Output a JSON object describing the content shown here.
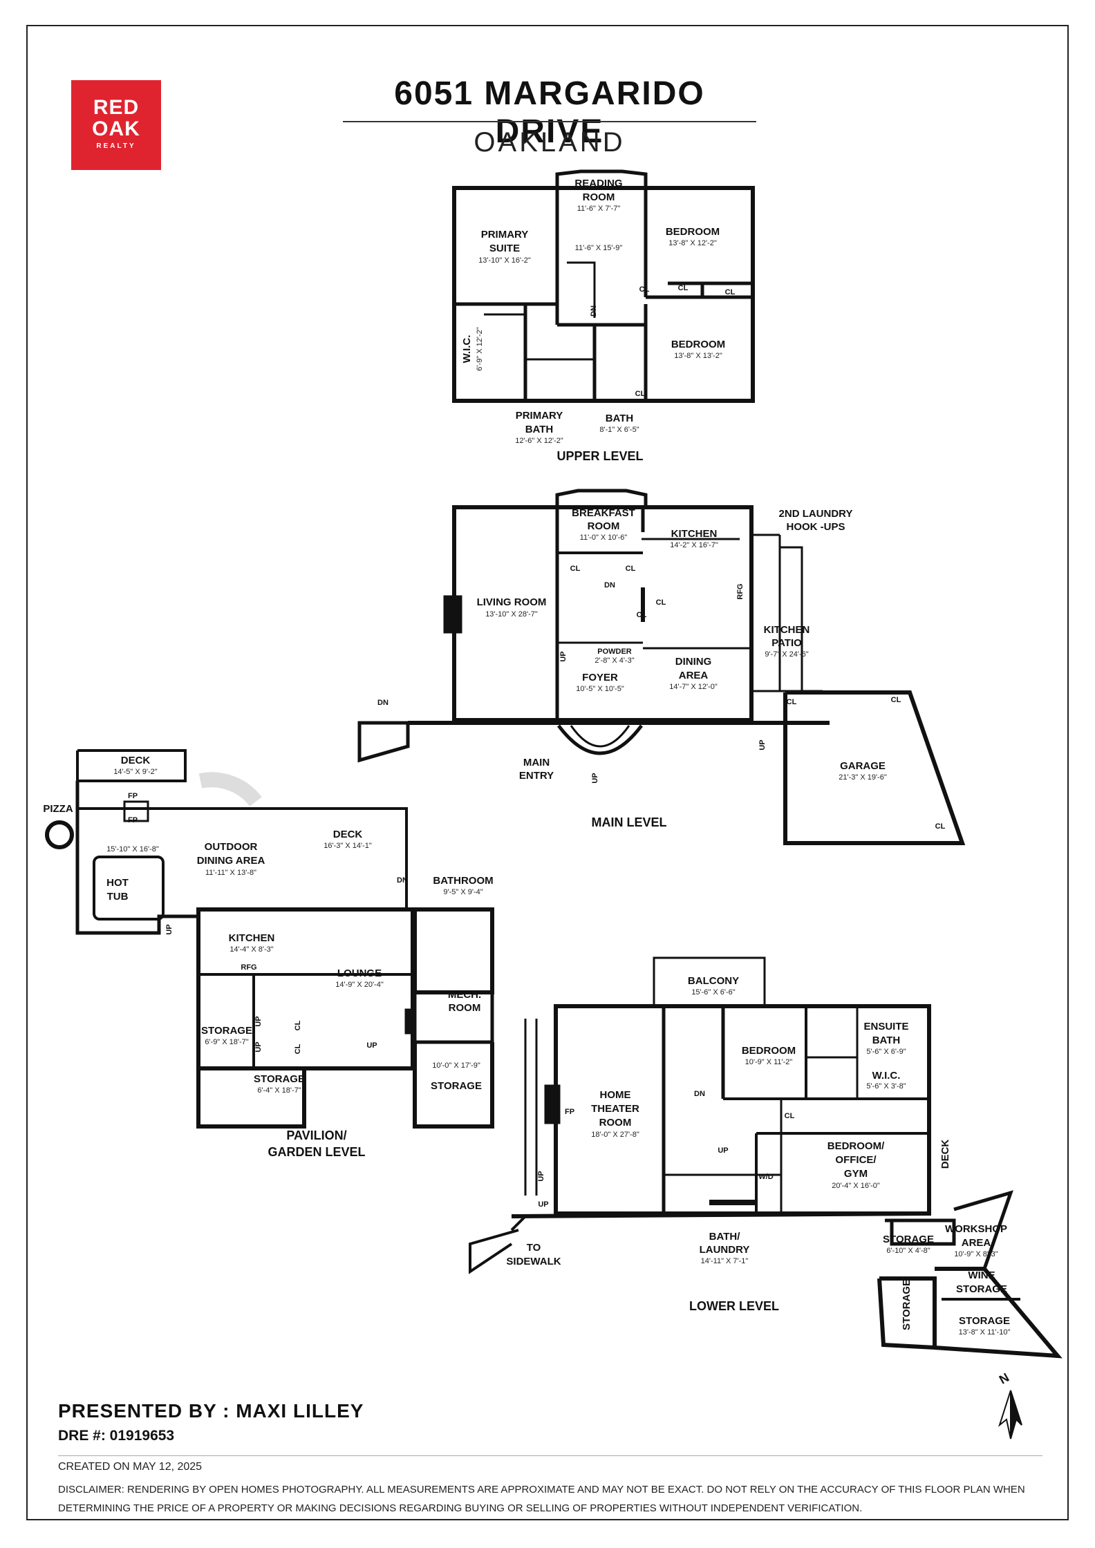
{
  "logo": {
    "line1": "RED",
    "line2": "OAK",
    "line3": "REALTY",
    "color": "#e0242f"
  },
  "header": {
    "address": "6051 MARGARIDO DRIVE",
    "city": "OAKLAND"
  },
  "upper": {
    "level": "UPPER LEVEL",
    "reading": {
      "name1": "READING",
      "name2": "ROOM",
      "dim": "11'-6\" X 7'-7\""
    },
    "hall_dim": "11'-6\" X 15'-9\"",
    "primary_suite": {
      "name1": "PRIMARY",
      "name2": "SUITE",
      "dim": "13'-10\" X 16'-2\""
    },
    "bedroom1": {
      "name": "BEDROOM",
      "dim": "13'-8\" X 12'-2\""
    },
    "bedroom2": {
      "name": "BEDROOM",
      "dim": "13'-8\" X 13'-2\""
    },
    "wic": {
      "name": "W.I.C.",
      "dim": "6'-9\" X 12'-2\""
    },
    "primary_bath": {
      "name1": "PRIMARY",
      "name2": "BATH",
      "dim": "12'-6\" X 12'-2\""
    },
    "bath": {
      "name": "BATH",
      "dim": "8'-1\" X 6'-5\""
    }
  },
  "main": {
    "level": "MAIN LEVEL",
    "breakfast": {
      "name1": "BREAKFAST",
      "name2": "ROOM",
      "dim": "11'-0\" X 10'-6\""
    },
    "kitchen": {
      "name": "KITCHEN",
      "dim": "14'-2\" X 16'-7\""
    },
    "laundry_note": {
      "line1": "2ND LAUNDRY",
      "line2": "HOOK -UPS"
    },
    "living": {
      "name": "LIVING ROOM",
      "dim": "13'-10\" X 28'-7\""
    },
    "powder": {
      "name": "POWDER",
      "dim": "2'-8\" X 4'-3\""
    },
    "foyer": {
      "name": "FOYER",
      "dim": "10'-5\" X 10'-5\""
    },
    "dining": {
      "name1": "DINING",
      "name2": "AREA",
      "dim": "14'-7\" X 12'-0\""
    },
    "kitchen_patio": {
      "name1": "KITCHEN",
      "name2": "PATIO",
      "dim": "9'-7\" X 24'-6\""
    },
    "garage": {
      "name": "GARAGE",
      "dim": "21'-3\" X 19'-6\""
    },
    "entry": {
      "line1": "MAIN",
      "line2": "ENTRY"
    }
  },
  "pavilion": {
    "level1": "PAVILION/",
    "level2": "GARDEN LEVEL",
    "deck1": {
      "name": "DECK",
      "dim": "14'-5\" X 9'-2\""
    },
    "pizza": "PIZZA",
    "outdoor_dim": "15'-10\" X 16'-8\"",
    "outdoor_dining": {
      "name1": "OUTDOOR",
      "name2": "DINING AREA",
      "dim": "11'-11\" X 13'-8\""
    },
    "deck2": {
      "name": "DECK",
      "dim": "16'-3\" X 14'-1\""
    },
    "hot_tub": {
      "line1": "HOT",
      "line2": "TUB"
    },
    "bathroom": {
      "name": "BATHROOM",
      "dim": "9'-5\" X 9'-4\""
    },
    "kitchen": {
      "name": "KITCHEN",
      "dim": "14'-4\" X 8'-3\""
    },
    "lounge": {
      "name": "LOUNGE",
      "dim": "14'-9\" X 20'-4\""
    },
    "mech": {
      "name1": "MECH.",
      "name2": "ROOM"
    },
    "storage1": {
      "name": "STORAGE",
      "dim": "6'-9\" X 18'-7\""
    },
    "storage2": {
      "name": "STORAGE",
      "dim": "6'-4\" X 18'-7\""
    },
    "storage3": {
      "name": "STORAGE",
      "dim": "10'-0\" X 17'-9\""
    }
  },
  "lower": {
    "level": "LOWER LEVEL",
    "balcony": {
      "name": "BALCONY",
      "dim": "15'-6\" X 6'-6\""
    },
    "theater": {
      "name1": "HOME",
      "name2": "THEATER",
      "name3": "ROOM",
      "dim": "18'-0\" X 27'-8\""
    },
    "bedroom": {
      "name": "BEDROOM",
      "dim": "10'-9\" X 11'-2\""
    },
    "ensuite": {
      "name1": "ENSUITE",
      "name2": "BATH",
      "dim": "5'-6\" X 6'-9\""
    },
    "wic": {
      "name": "W.I.C.",
      "dim": "5'-6\" X 3'-8\""
    },
    "office": {
      "name1": "BEDROOM/",
      "name2": "OFFICE/",
      "name3": "GYM",
      "dim": "20'-4\" X 16'-0\""
    },
    "deck": "DECK",
    "bath_laundry": {
      "name1": "BATH/",
      "name2": "LAUNDRY",
      "dim": "14'-11\" X 7'-1\""
    },
    "sidewalk": {
      "line1": "TO",
      "line2": "SIDEWALK"
    },
    "storage1": {
      "name": "STORAGE",
      "dim": "6'-10\" X 4'-8\""
    },
    "workshop": {
      "name1": "WORKSHOP",
      "name2": "AREA",
      "dim": "10'-9\" X 8'-3\""
    },
    "wine": {
      "name1": "WINE",
      "name2": "STORAGE"
    },
    "storage_v": "STORAGE",
    "storage2": {
      "name": "STORAGE",
      "dim": "13'-8\" X 11'-10\""
    }
  },
  "tags": {
    "cl": "CL",
    "dn": "DN",
    "up": "UP",
    "fp": "FP",
    "rfg": "RFG",
    "wd": "W/D"
  },
  "compass": "N",
  "footer": {
    "presented": "PRESENTED BY : MAXI LILLEY",
    "dre": "DRE #: 01919653",
    "created": "CREATED ON MAY 12, 2025",
    "disclaimer": "DISCLAIMER: RENDERING BY OPEN HOMES PHOTOGRAPHY. ALL MEASUREMENTS ARE APPROXIMATE AND MAY NOT BE EXACT. DO NOT RELY ON THE ACCURACY OF THIS FLOOR PLAN WHEN DETERMINING THE PRICE OF A PROPERTY OR MAKING DECISIONS REGARDING BUYING OR SELLING OF PROPERTIES WITHOUT INDEPENDENT VERIFICATION."
  }
}
